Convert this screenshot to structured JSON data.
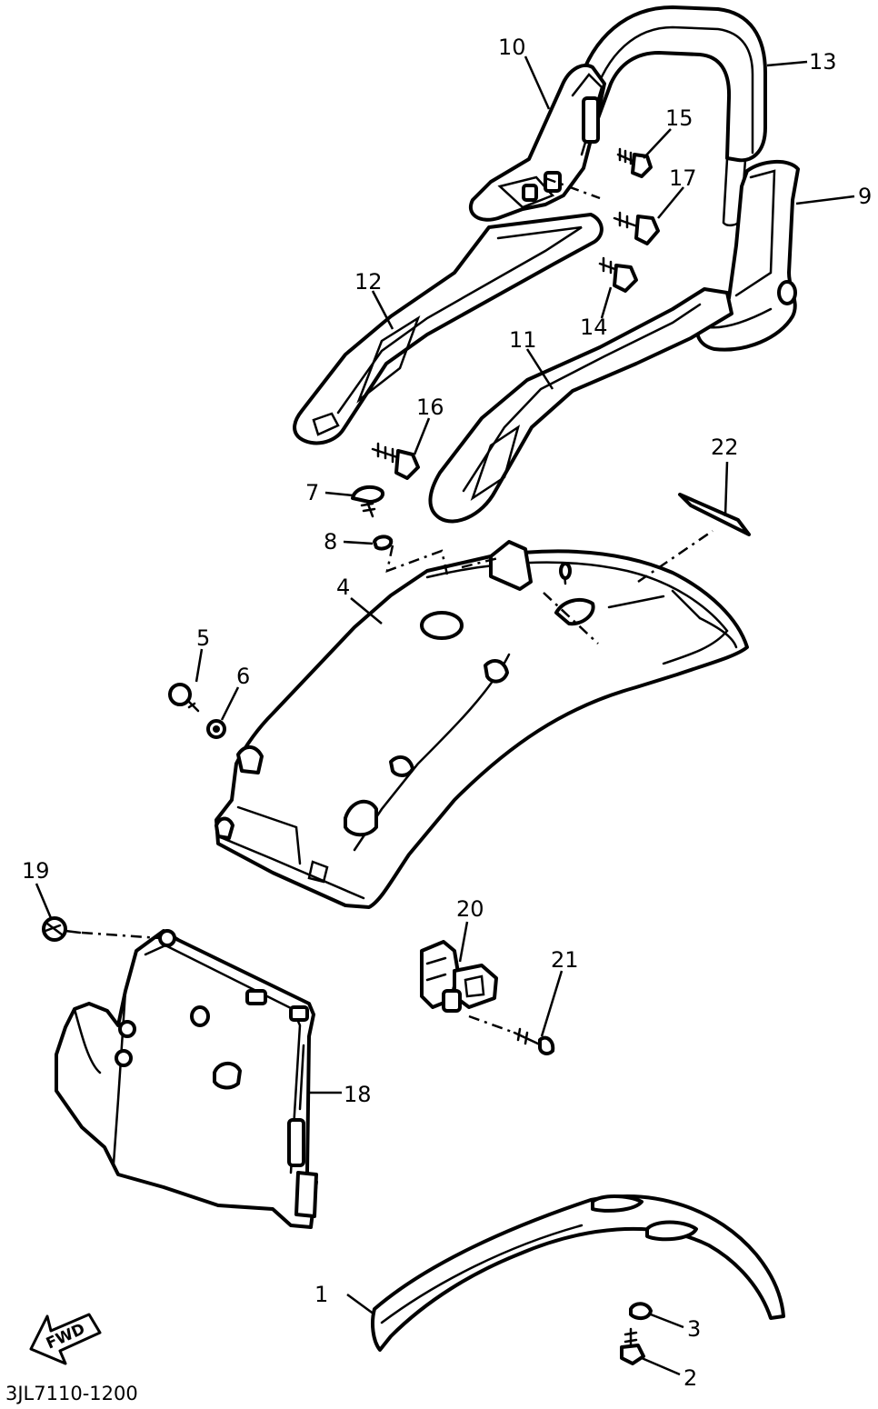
{
  "callouts": [
    {
      "id": "c1",
      "text": "1"
    },
    {
      "id": "c2",
      "text": "2"
    },
    {
      "id": "c3",
      "text": "3"
    },
    {
      "id": "c4",
      "text": "4"
    },
    {
      "id": "c5",
      "text": "5"
    },
    {
      "id": "c6",
      "text": "6"
    },
    {
      "id": "c7",
      "text": "7"
    },
    {
      "id": "c8",
      "text": "8"
    },
    {
      "id": "c9",
      "text": "9"
    },
    {
      "id": "c10",
      "text": "10"
    },
    {
      "id": "c11",
      "text": "11"
    },
    {
      "id": "c12",
      "text": "12"
    },
    {
      "id": "c13",
      "text": "13"
    },
    {
      "id": "c14",
      "text": "14"
    },
    {
      "id": "c15",
      "text": "15"
    },
    {
      "id": "c16",
      "text": "16"
    },
    {
      "id": "c17",
      "text": "17"
    },
    {
      "id": "c18",
      "text": "18"
    },
    {
      "id": "c19",
      "text": "19"
    },
    {
      "id": "c20",
      "text": "20"
    },
    {
      "id": "c21",
      "text": "21"
    },
    {
      "id": "c22",
      "text": "22"
    }
  ],
  "direction_arrow": {
    "text": "FWD"
  },
  "diagram_code": "3JL7110-1200"
}
